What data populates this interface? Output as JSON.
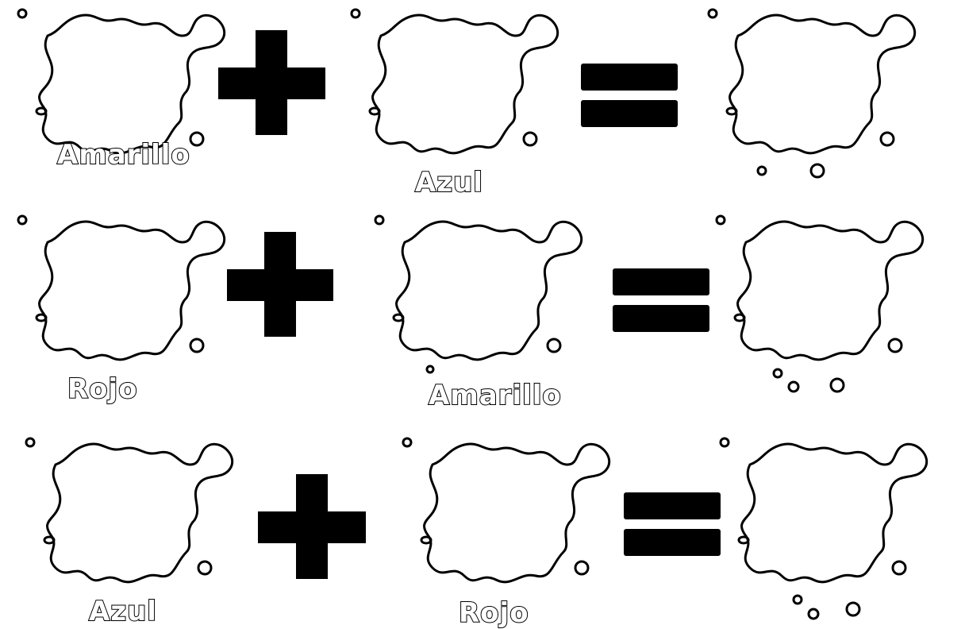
{
  "rows": [
    {
      "left_label": "Amarillo",
      "right_label": "Azul",
      "result_label": ""
    },
    {
      "left_label": "Rojo",
      "right_label": "Amarillo",
      "result_label": ""
    },
    {
      "left_label": "Azul",
      "right_label": "Rojo",
      "result_label": ""
    }
  ],
  "icons": {
    "paint_splat": "paint-splat-icon",
    "plus": "plus-sign-icon",
    "equals": "equals-sign-icon"
  },
  "colors": {
    "ink": "#000000",
    "background": "#ffffff"
  }
}
